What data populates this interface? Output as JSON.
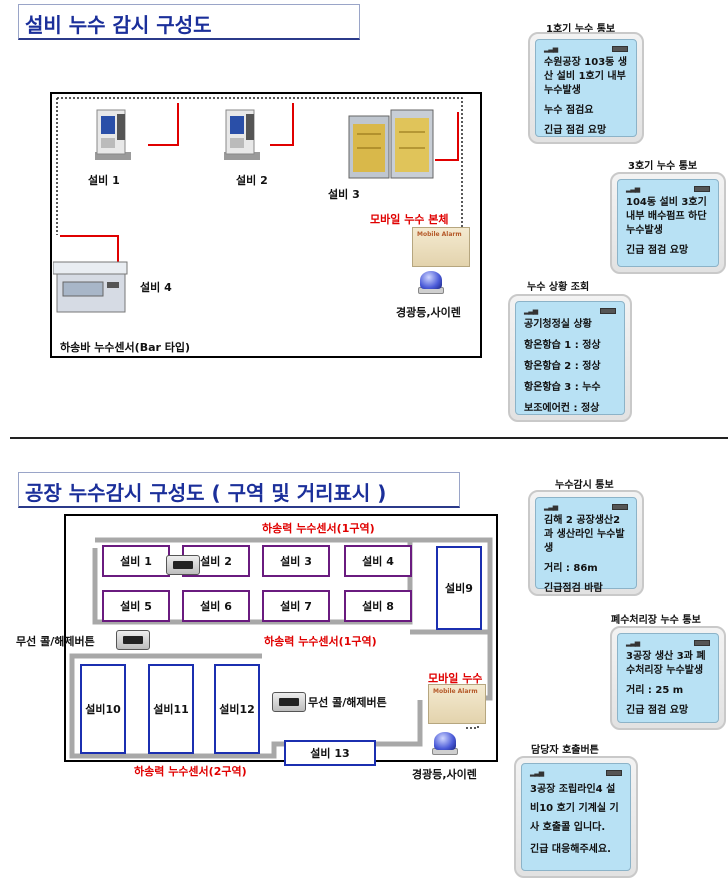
{
  "section1": {
    "title": "설비 누수 감시 구성도",
    "machines": [
      "설비 1",
      "설비 2",
      "설비 3",
      "설비 4"
    ],
    "mobile_main_label": "모바일 누수 본체",
    "alarm_brand": "Mobile Alarm",
    "siren_label": "경광등,사이렌",
    "sensor_label": "하송바 누수센서(Bar 타입)",
    "phones": [
      {
        "title": "1호기 누수 통보",
        "lines": [
          "수원공장 103동 생산 설비 1호기 내부 누수발생",
          "누수 점검요",
          "긴급 점검 요망"
        ]
      },
      {
        "title": "3호기 누수 통보",
        "lines": [
          "104동 설비 3호기 내부 배수펌프 하단 누수발생",
          "긴급 점검 요망"
        ]
      },
      {
        "title": "누수 상황 조회",
        "lines": [
          "공기청정실 상황",
          "항온항습 1 : 정상",
          "항온항습 2 : 정상",
          "항온항습 3 : 누수",
          "보조에어컨 : 정상"
        ]
      }
    ]
  },
  "section2": {
    "title": "공장 누수감시 구성도 ( 구역 및 거리표시 )",
    "sensor_zone1": "하송력 누수센서(1구역)",
    "sensor_zone1_mid": "하송력 누수센서(1구역)",
    "sensor_zone2": "하송력 누수센서(2구역)",
    "equipment": [
      "설비 1",
      "설비 2",
      "설비 3",
      "설비 4",
      "설비 5",
      "설비 6",
      "설비 7",
      "설비 8",
      "설비9",
      "설비10",
      "설비11",
      "설비12",
      "설비 13"
    ],
    "wireless_left": "무선 콜/해제버튼",
    "wireless_mid": "무선 콜/해제버튼",
    "mobile_label": "모바일 누수",
    "alarm_brand": "Mobile Alarm",
    "siren_label": "경광등,사이렌",
    "phones": [
      {
        "title": "누수감시 통보",
        "lines": [
          "김해 2 공장생산2과 생산라인 누수발생",
          "거리 : 86m",
          "긴급점검 바람"
        ]
      },
      {
        "title": "폐수처리장 누수 통보",
        "lines": [
          "3공장 생산 3과 폐수처리장 누수발생",
          "거리 : 25 m",
          "긴급 점검 요망"
        ]
      },
      {
        "title": "담당자 호출버튼",
        "lines": [
          "3공장 조립라인4 설비10 호기 기계실 기사 호출콜 입니다.",
          "긴급 대응해주세요."
        ]
      }
    ]
  },
  "colors": {
    "title_blue": "#1b2f9a",
    "alert_red": "#e00000",
    "equip_purple": "#6a1b7f",
    "equip_blue": "#1b2fb0",
    "screen": "#b8e1f4"
  }
}
